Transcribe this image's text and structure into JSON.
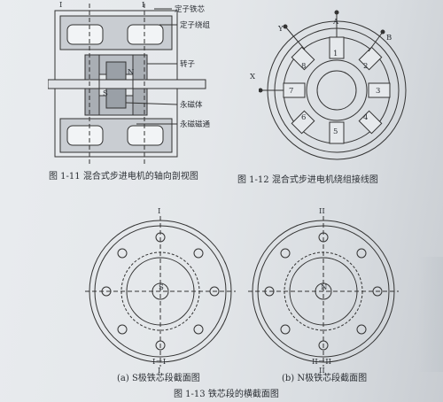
{
  "fig11": {
    "caption": "图 1-11   混合式步进电机的轴向剖视图",
    "section_mark": "I",
    "labels": {
      "stator_core": "定子铁芯",
      "stator_winding": "定子绕组",
      "rotor": "转子",
      "magnet": "永磁体",
      "flux": "永磁磁通",
      "north": "N",
      "south": "S"
    }
  },
  "fig12": {
    "caption": "图 1-12   混合式步进电机绕组接线图",
    "phase_labels": [
      "A",
      "B",
      "X",
      "Y"
    ],
    "slot_numbers": [
      "1",
      "2",
      "3",
      "4",
      "5",
      "6",
      "7",
      "8"
    ]
  },
  "fig13": {
    "caption": "图 1-13   铁芯段的横截面图",
    "left": {
      "subcaption": "(a) S极铁芯段截面图",
      "section": "I－I",
      "top_mark": "I",
      "bottom_mark": "I",
      "pole": "S"
    },
    "right": {
      "subcaption": "(b) N极铁芯段截面图",
      "section": "II－II",
      "top_mark": "II",
      "bottom_mark": "II",
      "pole": "N"
    }
  }
}
